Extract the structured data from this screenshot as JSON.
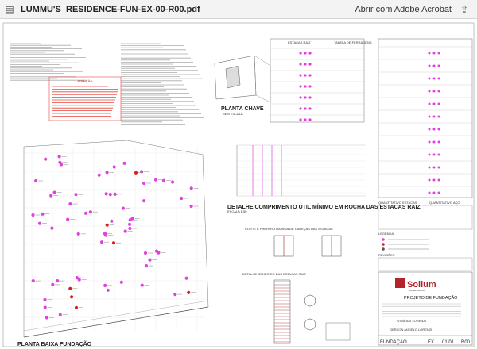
{
  "window": {
    "title": "LUMMU'S_RESIDENCE-FUN-EX-00-R00.pdf",
    "open_with": "Abrir com Adobe Acrobat",
    "icons": {
      "doc": "pdf-doc-icon",
      "share": "share-icon"
    }
  },
  "notes": {
    "warning_title": "ATENÇÃO",
    "warning_color": "#e8443a"
  },
  "drawings": {
    "key_plan": {
      "title": "PLANTA CHAVE",
      "subtitle": "SEM ESCALA"
    },
    "detail_roots": {
      "title": "DETALHE COMPRIMENTO ÚTIL MÍNIMO EM ROCHA DAS ESTACAS RAIZ",
      "subtitle": "ESCALA 1:50"
    },
    "cut_beam": {
      "title": "CORTE E PREPARO DA VIGA DE CABEÇAS DAS ESTACAS"
    },
    "detail_generic": {
      "title": "DETALHE GENÉRICO DAS ESTACAS RAIZ"
    },
    "base_plan": {
      "title": "PLANTA BAIXA FUNDAÇÃO",
      "subtitle": "ESCALA 1:100"
    },
    "pile_table_title": "ESTACAS RAIZ",
    "forma_table_title": "TABELA DE FERRAGENS",
    "quantities_title": "QUANTITATIVO ESTACAS",
    "steel_title": "QUANTITATIVO AÇO",
    "legend_title": "LEGENDA",
    "revisions_title": "REVISÕES"
  },
  "titleblock": {
    "brand": "Sollum",
    "brand_sub": "ENGENHARIA",
    "brand_color": "#b2242a",
    "project_type": "PROJETO DE FUNDAÇÃO",
    "owner": "VINÍCIUS LORENZI",
    "engineer": "GERSON ANGELO LORENZI",
    "subject": "FUNDAÇÃO",
    "sheet_code": "EX",
    "sheet_number": "01/01",
    "revision": "R00"
  },
  "colors": {
    "pile_magenta": "#e040e0",
    "pile_red": "#d62020",
    "grid_line": "#9a9a9a"
  }
}
